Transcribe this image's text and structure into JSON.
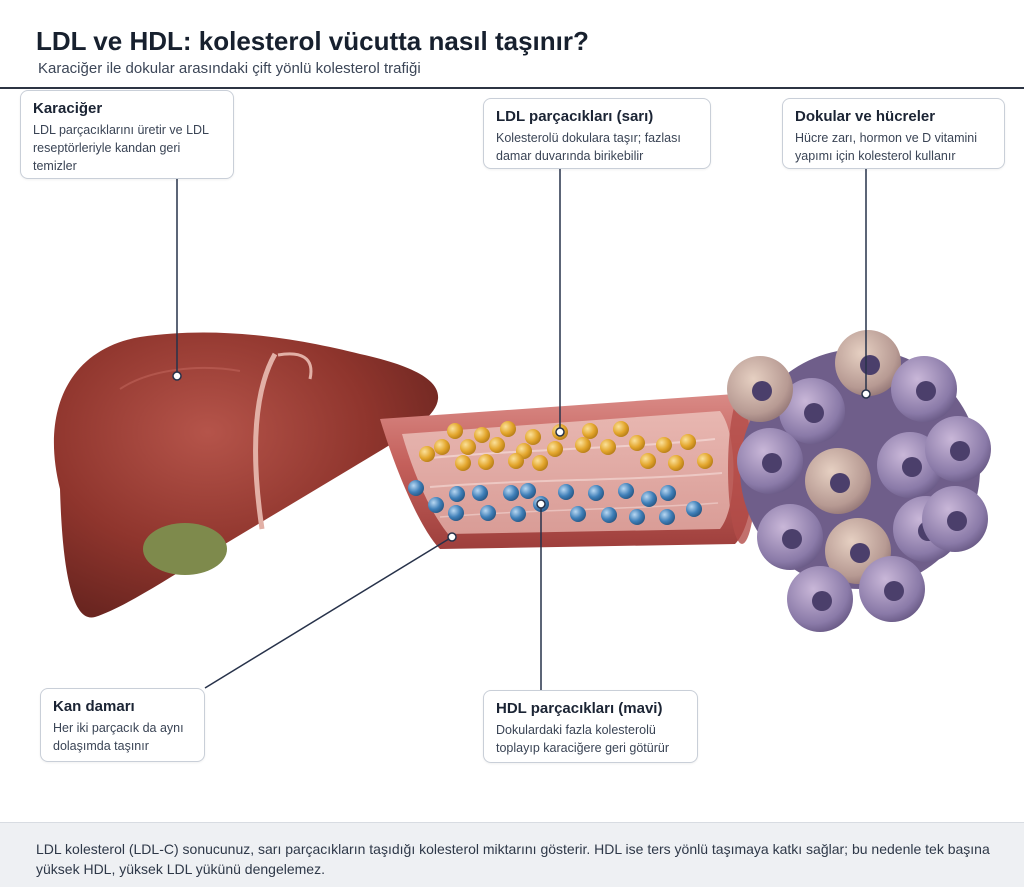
{
  "header": {
    "title": "LDL ve HDL: kolesterol vücutta nasıl taşınır?",
    "subtitle": "Karaciğer ile dokular arasındaki çift yönlü kolesterol trafiği"
  },
  "callouts": {
    "liver": {
      "title": "Karaciğer",
      "text": "LDL parçacıklarını üretir ve LDL reseptörleriyle kandan geri temizler"
    },
    "ldl": {
      "title": "LDL parçacıkları (sarı)",
      "text": "Kolesterolü dokulara taşır; fazlası damar duvarında birikebilir"
    },
    "tissue": {
      "title": "Dokular ve hücreler",
      "text": "Hücre zarı, hormon ve D vitamini yapımı için kolesterol kullanır"
    },
    "vessel": {
      "title": "Kan damarı",
      "text": "Her iki parçacık da aynı dolaşımda taşınır"
    },
    "hdl": {
      "title": "HDL parçacıkları (mavi)",
      "text": "Dokulardaki fazla kolesterolü toplayıp karaciğere geri götürür"
    }
  },
  "colors": {
    "liver": "#9b3a30",
    "vessel": "#c7605c",
    "ldl": "#e3a62d",
    "hdl": "#3f7fb8",
    "cells": "#8a7aa8",
    "leader": "#27324a"
  },
  "footer": {
    "text": "LDL kolesterol (LDL-C) sonucunuz, sarı parçacıkların taşıdığı kolesterol miktarını gösterir. HDL ise ters yönlü taşımaya katkı sağlar; bu nedenle tek başına yüksek HDL, yüksek LDL yükünü dengelemez."
  }
}
